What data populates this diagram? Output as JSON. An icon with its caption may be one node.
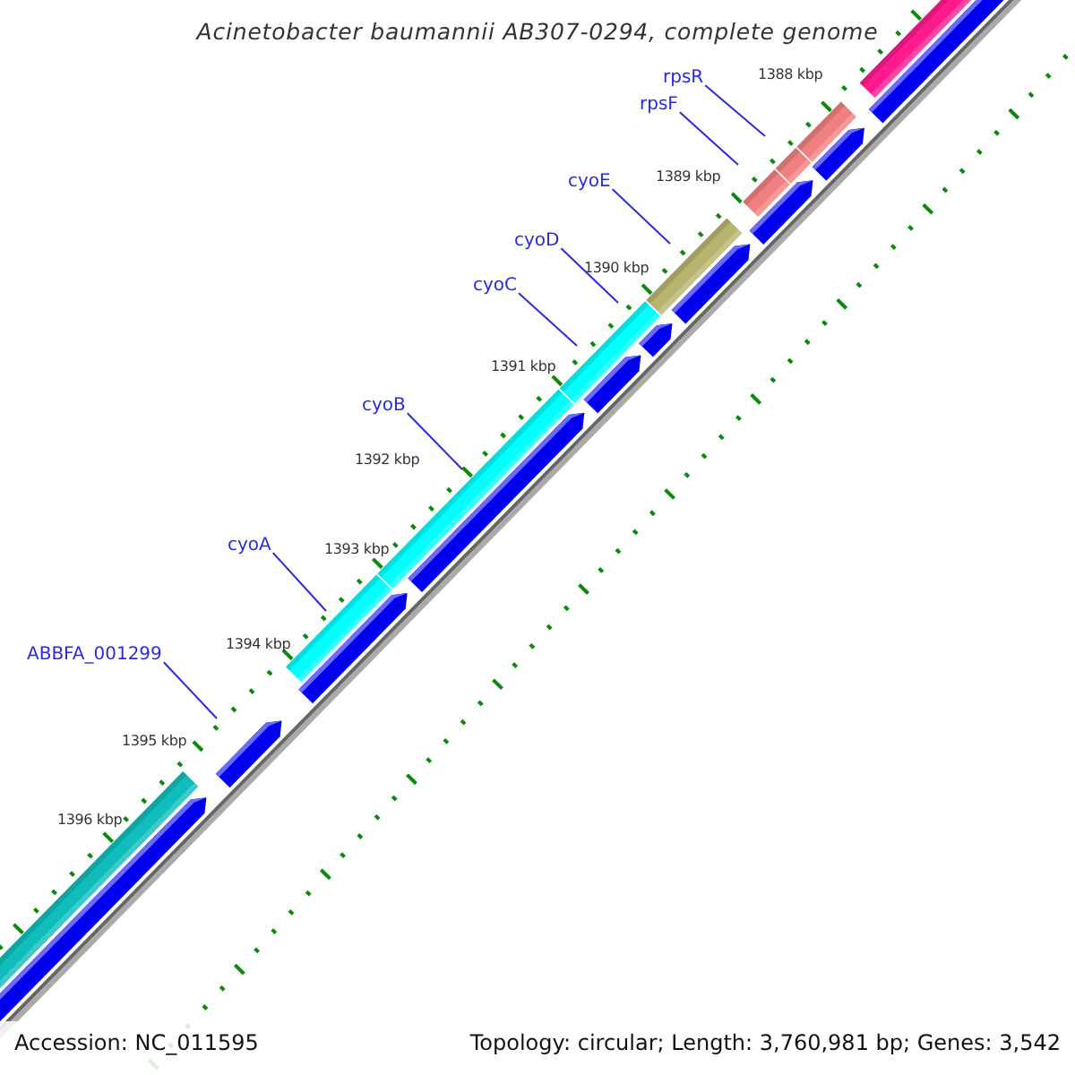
{
  "diagram": {
    "title": "Acinetobacter baumannii AB307-0294, complete genome",
    "nodes": [
      {
        "text": [
          "rpsR"
        ]
      },
      {
        "text": [
          "rpsF"
        ]
      },
      {
        "text": [
          "cyoE"
        ]
      },
      {
        "text": [
          "cyoD"
        ]
      },
      {
        "text": [
          "cyoC"
        ]
      },
      {
        "text": [
          "cyoB"
        ]
      },
      {
        "text": [
          "cyoA"
        ]
      },
      {
        "text": [
          "ABBFA_001299"
        ]
      }
    ],
    "edges": [
      {
        "from": 0,
        "to": null,
        "arrow": "none"
      },
      {
        "from": 1,
        "to": null,
        "arrow": "none"
      },
      {
        "from": 2,
        "to": null,
        "arrow": "none"
      },
      {
        "from": 3,
        "to": null,
        "arrow": "none"
      },
      {
        "from": 4,
        "to": null,
        "arrow": "none"
      },
      {
        "from": 5,
        "to": null,
        "arrow": "none"
      },
      {
        "from": 6,
        "to": null,
        "arrow": "none"
      },
      {
        "from": 7,
        "to": null,
        "arrow": "none"
      }
    ],
    "labels": [
      "1388 kbp",
      "1389 kbp",
      "1390 kbp",
      "1391 kbp",
      "1392 kbp",
      "1393 kbp",
      "1394 kbp",
      "1395 kbp",
      "1396 kbp",
      "Accession: NC_011595",
      "Topology: circular; Length: 3,760,981 bp; Genes: 3,542"
    ]
  }
}
